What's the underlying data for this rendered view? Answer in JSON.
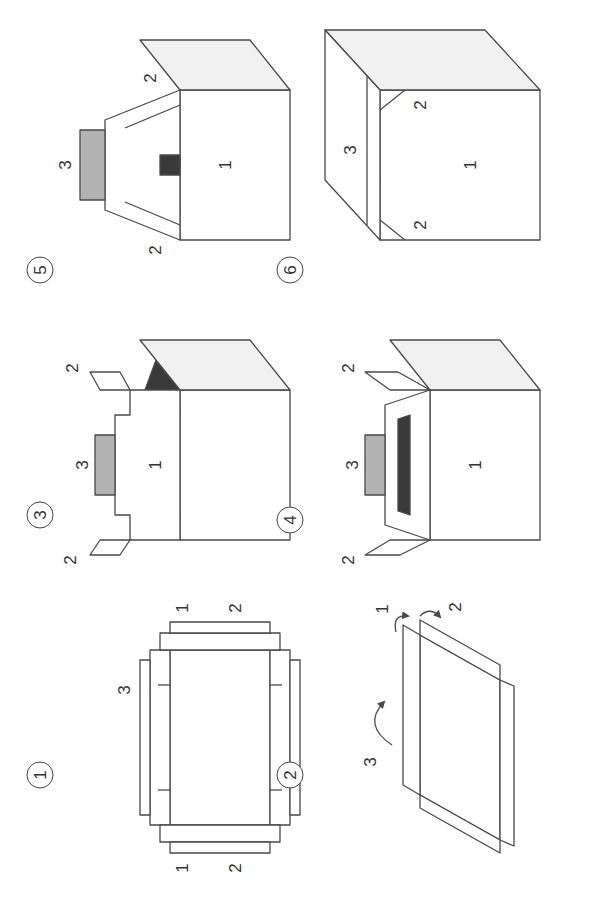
{
  "diagram": {
    "nodes": [
      {
        "text": [
          "1"
        ]
      },
      {
        "text": [
          "2"
        ]
      },
      {
        "text": [
          "3"
        ]
      },
      {
        "text": [
          "4"
        ]
      },
      {
        "text": [
          "5"
        ]
      },
      {
        "text": [
          "6"
        ]
      }
    ],
    "labels": [
      "3",
      "1",
      "2",
      "1",
      "2",
      "3",
      "1",
      "2",
      "2",
      "3",
      "2",
      "1",
      "2",
      "3",
      "2",
      "1",
      "3",
      "2",
      "1",
      "2",
      "3",
      "2",
      "1",
      "2"
    ]
  }
}
